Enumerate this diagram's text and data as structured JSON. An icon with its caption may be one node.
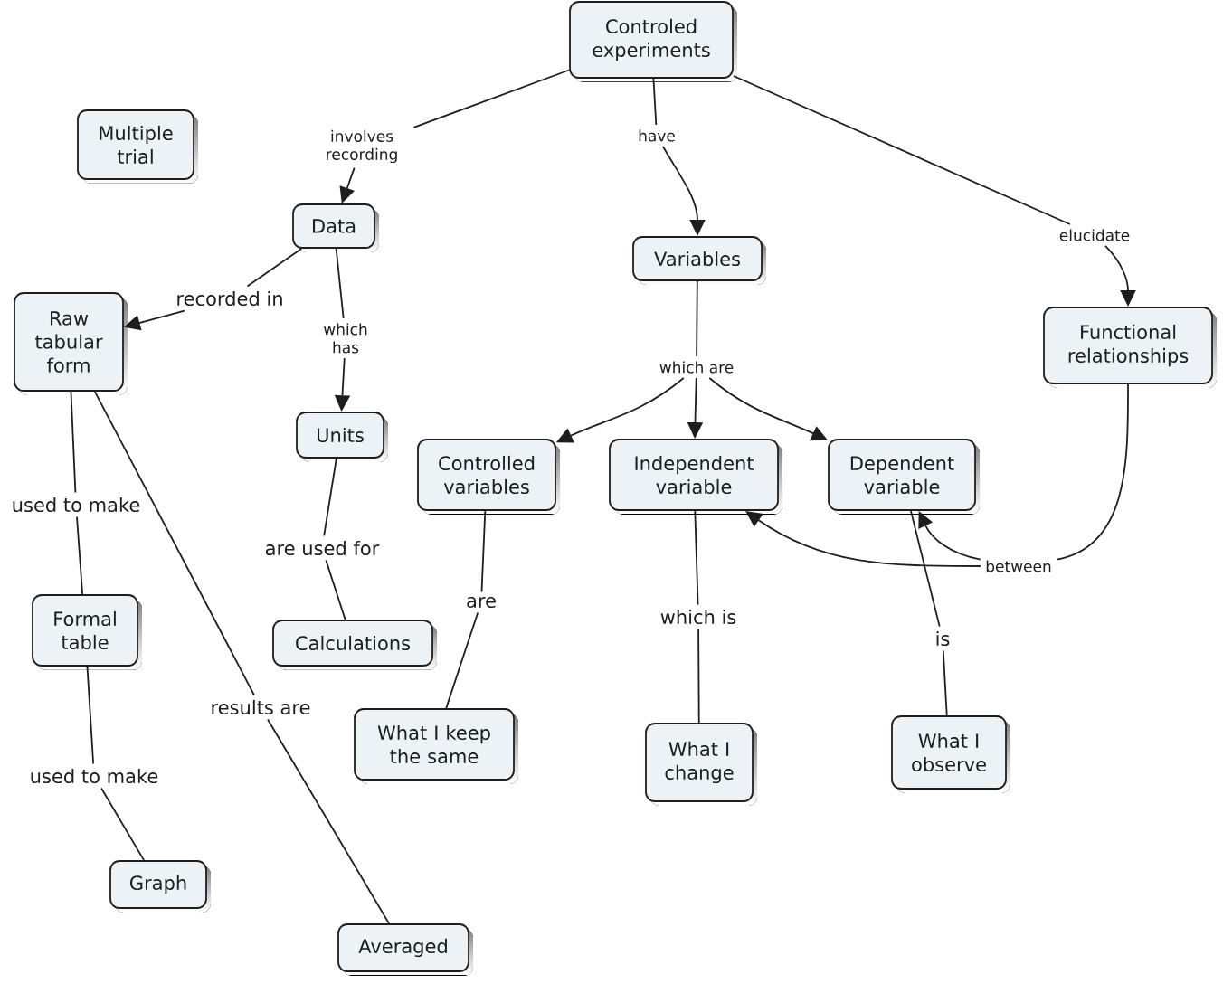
{
  "diagram": {
    "nodes": [
      {
        "text": [
          "Controled experiments"
        ]
      },
      {
        "text": [
          "Multiple trial"
        ]
      },
      {
        "text": [
          "involves recording"
        ]
      },
      {
        "text": [
          "have"
        ]
      },
      {
        "text": [
          "Data"
        ]
      },
      {
        "text": [
          "elucidate"
        ]
      },
      {
        "text": [
          "Variables"
        ]
      },
      {
        "text": [
          "recorded in"
        ]
      },
      {
        "text": [
          "Raw tabular form"
        ]
      },
      {
        "text": [
          "which has"
        ]
      },
      {
        "text": [
          "Functional relationships"
        ]
      },
      {
        "text": [
          "which are"
        ]
      },
      {
        "text": [
          "Units"
        ]
      },
      {
        "text": [
          "Controlled variables"
        ]
      },
      {
        "text": [
          "Independent variable"
        ]
      },
      {
        "text": [
          "Dependent variable"
        ]
      },
      {
        "text": [
          "used to make"
        ]
      },
      {
        "text": [
          "are used for"
        ]
      },
      {
        "text": [
          "between"
        ]
      },
      {
        "text": [
          "are"
        ]
      },
      {
        "text": [
          "which is"
        ]
      },
      {
        "text": [
          "Formal table"
        ]
      },
      {
        "text": [
          "is"
        ]
      },
      {
        "text": [
          "Calculations"
        ]
      },
      {
        "text": [
          "results are"
        ]
      },
      {
        "text": [
          "What I keep the same"
        ]
      },
      {
        "text": [
          "What I change"
        ]
      },
      {
        "text": [
          "What I observe"
        ]
      },
      {
        "text": [
          "used to make"
        ]
      },
      {
        "text": [
          "Graph"
        ]
      },
      {
        "text": [
          "Averaged"
        ]
      }
    ],
    "edges": [
      {
        "from": 0,
        "to": 2,
        "arrow": "none"
      },
      {
        "from": 2,
        "to": 4,
        "arrow": "to"
      },
      {
        "from": 0,
        "to": 3,
        "arrow": "none"
      },
      {
        "from": 3,
        "to": 6,
        "arrow": "to"
      },
      {
        "from": 0,
        "to": 5,
        "arrow": "none"
      },
      {
        "from": 5,
        "to": 10,
        "arrow": "to"
      },
      {
        "from": 4,
        "to": 7,
        "arrow": "none"
      },
      {
        "from": 7,
        "to": 8,
        "arrow": "to"
      },
      {
        "from": 4,
        "to": 9,
        "arrow": "none"
      },
      {
        "from": 9,
        "to": 12,
        "arrow": "to"
      },
      {
        "from": 6,
        "to": 11,
        "arrow": "none"
      },
      {
        "from": 11,
        "to": 13,
        "arrow": "to"
      },
      {
        "from": 11,
        "to": 14,
        "arrow": "to"
      },
      {
        "from": 11,
        "to": 15,
        "arrow": "to"
      },
      {
        "from": 10,
        "to": 18,
        "arrow": "none"
      },
      {
        "from": 18,
        "to": 14,
        "arrow": "to"
      },
      {
        "from": 18,
        "to": 15,
        "arrow": "to"
      },
      {
        "from": 8,
        "to": 16,
        "arrow": "none"
      },
      {
        "from": 16,
        "to": 21,
        "arrow": "none"
      },
      {
        "from": 8,
        "to": 24,
        "arrow": "none"
      },
      {
        "from": 24,
        "to": 30,
        "arrow": "none"
      },
      {
        "from": 12,
        "to": 17,
        "arrow": "none"
      },
      {
        "from": 17,
        "to": 23,
        "arrow": "none"
      },
      {
        "from": 13,
        "to": 19,
        "arrow": "none"
      },
      {
        "from": 19,
        "to": 25,
        "arrow": "none"
      },
      {
        "from": 14,
        "to": 20,
        "arrow": "none"
      },
      {
        "from": 20,
        "to": 26,
        "arrow": "none"
      },
      {
        "from": 15,
        "to": 22,
        "arrow": "none"
      },
      {
        "from": 22,
        "to": 27,
        "arrow": "none"
      },
      {
        "from": 21,
        "to": 28,
        "arrow": "none"
      },
      {
        "from": 28,
        "to": 29,
        "arrow": "none"
      }
    ]
  }
}
